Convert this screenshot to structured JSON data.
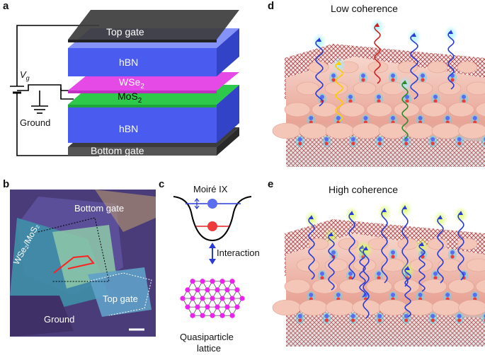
{
  "panels": {
    "a": {
      "label": "a",
      "top_gate": "Top gate",
      "hbn_top": "hBN",
      "wse2": "WSe",
      "wse2_sub": "2",
      "mos2": "MoS",
      "mos2_sub": "2",
      "hbn_bottom": "hBN",
      "bottom_gate": "Bottom gate",
      "vg": "V",
      "vg_sub": "g",
      "ground": "Ground"
    },
    "b": {
      "label": "b",
      "bottom_gate": "Bottom gate",
      "top_gate": "Top gate",
      "ground": "Ground",
      "heterostructure": "WSe₂/MoS₂"
    },
    "c": {
      "label": "c",
      "moire_ix": "Moiré IX",
      "interaction": "Interaction",
      "quasiparticle": "Quasiparticle",
      "lattice": "lattice"
    },
    "d": {
      "label": "d",
      "title": "Low coherence"
    },
    "e": {
      "label": "e",
      "title": "High coherence"
    }
  },
  "colors": {
    "gate": "#3a3a3a",
    "hbn": "#4a5cf0",
    "wse2": "#e64ae6",
    "mos2": "#2ec84a",
    "lattice_dot": "#ee22ee",
    "exciton_upper": "#5a6cf0",
    "exciton_lower": "#ee3a3a"
  }
}
